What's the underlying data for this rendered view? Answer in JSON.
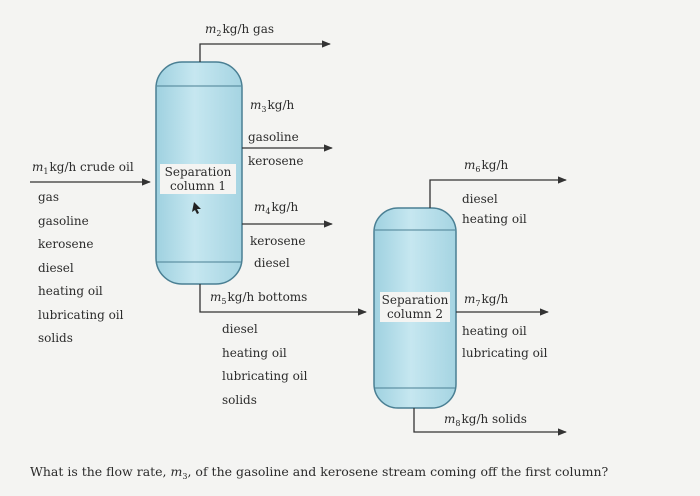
{
  "diagram": {
    "gas_stream": {
      "var": "m",
      "sub": "2",
      "text": "kg/h gas"
    },
    "feed": {
      "var": "m",
      "sub": "1",
      "text": "kg/h crude oil",
      "components": [
        "gas",
        "gasoline",
        "kerosene",
        "diesel",
        "heating oil",
        "lubricating oil",
        "solids"
      ]
    },
    "column1": {
      "line1": "Separation",
      "line2": "column 1"
    },
    "stream3": {
      "var": "m",
      "sub": "3",
      "text": "kg/h",
      "components": [
        "gasoline",
        "kerosene"
      ]
    },
    "stream4": {
      "var": "m",
      "sub": "4",
      "text": "kg/h",
      "components": [
        "kerosene",
        "diesel"
      ]
    },
    "stream5": {
      "var": "m",
      "sub": "5",
      "text": "kg/h bottoms",
      "components": [
        "diesel",
        "heating oil",
        "lubricating oil",
        "solids"
      ]
    },
    "column2": {
      "line1": "Separation",
      "line2": "column 2"
    },
    "stream6": {
      "var": "m",
      "sub": "6",
      "text": "kg/h",
      "components": [
        "diesel",
        "heating oil"
      ]
    },
    "stream7": {
      "var": "m",
      "sub": "7",
      "text": "kg/h",
      "components": [
        "heating oil",
        "lubricating oil"
      ]
    },
    "stream8": {
      "var": "m",
      "sub": "8",
      "text": "kg/h solids"
    }
  },
  "question": {
    "before": "What is the flow rate, ",
    "var": "m",
    "sub": "3",
    "after": ", of the gasoline and kerosene stream coming off the first column?"
  },
  "colors": {
    "column_fill": "#b6dee9",
    "column_stroke": "#4a7f93",
    "line": "#333333"
  }
}
